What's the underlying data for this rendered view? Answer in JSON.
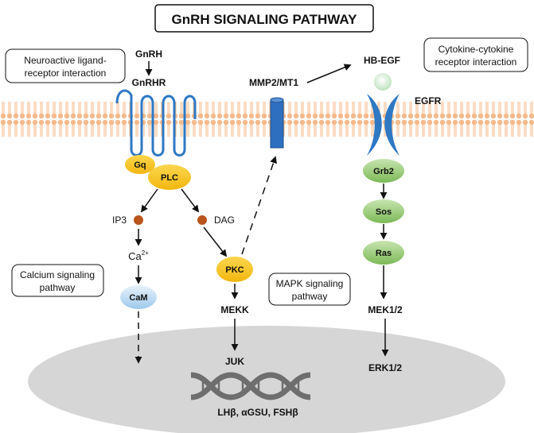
{
  "title": "GnRH SIGNALING PATHWAY",
  "boxes": {
    "neuroactive": [
      "Neuroactive ligand-",
      "receptor interaction"
    ],
    "cytokine": [
      "Cytokine-cytokine",
      "receptor interaction"
    ],
    "calcium": [
      "Calcium signaling",
      "pathway"
    ],
    "mapk": [
      "MAPK signaling",
      "pathway"
    ]
  },
  "labels": {
    "gnrh": "GnRH",
    "gnrhr": "GnRHR",
    "gq": "Gq",
    "plc": "PLC",
    "ip3": "IP3",
    "dag": "DAG",
    "ca": "Ca",
    "ca_sup": "2+",
    "cam": "CaM",
    "pkc": "PKC",
    "mekk": "MEKK",
    "juk": "JUK",
    "mmp": "MMP2/MT1",
    "hbegf": "HB-EGF",
    "egfr": "EGFR",
    "grb2": "Grb2",
    "sos": "Sos",
    "ras": "Ras",
    "mek": "MEK1/2",
    "erk": "ERK1/2",
    "genes": "LHβ, αGSU, FSHβ"
  },
  "colors": {
    "membrane": "#f5b98a",
    "receptor": "#2e78c4",
    "yellow_node": "#f7c21e",
    "green_node": "#8fc66b",
    "brown_dot": "#b8541c",
    "nucleus": "#d6d6d6",
    "dna": "#6e6e6e"
  }
}
